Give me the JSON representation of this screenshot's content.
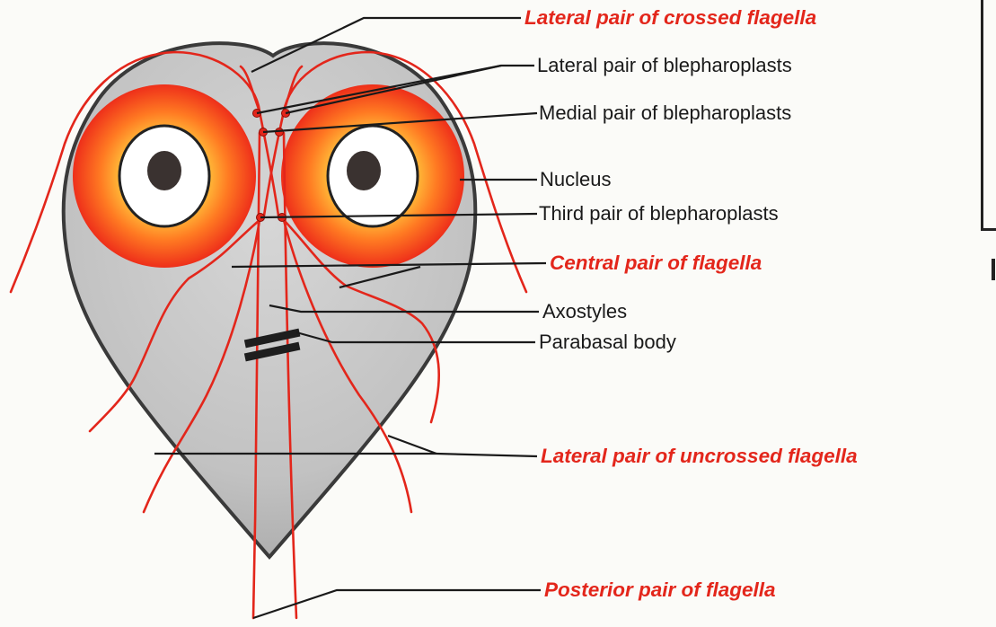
{
  "labels": {
    "lateral_crossed_flagella": "Lateral pair of crossed flagella",
    "lateral_blepharoplasts": "Lateral pair of blepharoplasts",
    "medial_blepharoplasts": "Medial pair of blepharoplasts",
    "nucleus": "Nucleus",
    "third_blepharoplasts": "Third pair of blepharoplasts",
    "central_flagella": "Central pair of flagella",
    "axostyles": "Axostyles",
    "parabasal_body": "Parabasal body",
    "lateral_uncrossed_flagella": "Lateral pair of uncrossed flagella",
    "posterior_flagella": "Posterior pair of flagella"
  },
  "colors": {
    "flagella": "#e3261b",
    "highlight_label": "#e3261b",
    "body_fill": "#bdbdbd",
    "body_outline": "#3a3a3a",
    "nucleus_outer": "#f0401f",
    "nucleus_inner": "#ffb23a",
    "leader_line": "#1a1a1a"
  }
}
